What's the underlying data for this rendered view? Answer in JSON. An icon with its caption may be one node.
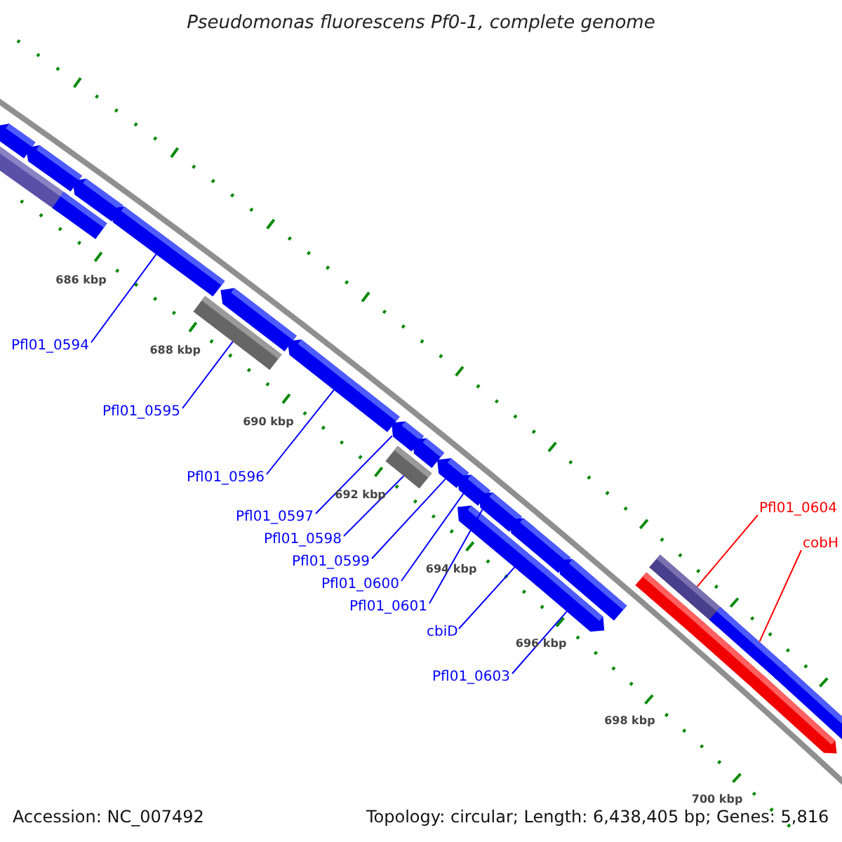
{
  "diagram": {
    "title": "Pseudomonas fluorescens Pf0-1, complete genome",
    "nodes": [
      {
        "text": [
          "Pfl01_0594"
        ]
      },
      {
        "text": [
          "Pfl01_0595"
        ]
      },
      {
        "text": [
          "Pfl01_0596"
        ]
      },
      {
        "text": [
          "Pfl01_0597"
        ]
      },
      {
        "text": [
          "Pfl01_0598"
        ]
      },
      {
        "text": [
          "Pfl01_0599"
        ]
      },
      {
        "text": [
          "Pfl01_0600"
        ]
      },
      {
        "text": [
          "Pfl01_0601"
        ]
      },
      {
        "text": [
          "cbiD"
        ]
      },
      {
        "text": [
          "Pfl01_0603"
        ]
      },
      {
        "text": [
          "Pfl01_0604"
        ]
      },
      {
        "text": [
          "cobH"
        ]
      },
      {
        "text": [],
        "shape": "bar"
      },
      {
        "text": [],
        "shape": "bar"
      },
      {
        "text": [],
        "shape": "bar"
      },
      {
        "text": [],
        "shape": "bar"
      },
      {
        "text": [],
        "shape": "bar"
      },
      {
        "text": [],
        "shape": "bar"
      },
      {
        "text": [],
        "shape": "bar"
      },
      {
        "text": [],
        "shape": "bar"
      },
      {
        "text": [],
        "shape": "bar"
      },
      {
        "text": [],
        "shape": "bar"
      },
      {
        "text": [],
        "shape": "bar"
      },
      {
        "text": [],
        "shape": "bar"
      },
      {
        "text": [],
        "shape": "bar"
      },
      {
        "text": [],
        "shape": "bar"
      },
      {
        "text": [],
        "shape": "bar"
      },
      {
        "text": [],
        "shape": "bar"
      },
      {
        "text": [],
        "shape": "bar"
      },
      {
        "text": [],
        "shape": "bar"
      },
      {
        "text": [],
        "shape": "bar"
      },
      {
        "text": [],
        "shape": "bar"
      },
      {
        "text": [],
        "shape": "bar"
      },
      {
        "text": [],
        "shape": "bar"
      },
      {
        "text": [],
        "shape": "bar"
      },
      {
        "text": [],
        "shape": "bar"
      },
      {
        "text": [],
        "shape": "bar"
      },
      {
        "text": [],
        "shape": "bar"
      }
    ],
    "edges": [
      {
        "from": 0,
        "to": 17,
        "arrow": "none"
      },
      {
        "from": 1,
        "to": 18,
        "arrow": "none"
      },
      {
        "from": 2,
        "to": 20,
        "arrow": "none"
      },
      {
        "from": 3,
        "to": 21,
        "arrow": "none"
      },
      {
        "from": 4,
        "to": 22,
        "arrow": "none"
      },
      {
        "from": 5,
        "to": 24,
        "arrow": "none"
      },
      {
        "from": 6,
        "to": 25,
        "arrow": "none"
      },
      {
        "from": 7,
        "to": 26,
        "arrow": "none"
      },
      {
        "from": 8,
        "to": 27,
        "arrow": "none"
      },
      {
        "from": 9,
        "to": 29,
        "arrow": "none"
      },
      {
        "from": 10,
        "to": 32,
        "arrow": "none",
        "color": "#ff0000"
      },
      {
        "from": 11,
        "to": 34,
        "arrow": "none",
        "color": "#ff0000"
      }
    ],
    "labels": [
      "686 kbp",
      "688 kbp",
      "690 kbp",
      "692 kbp",
      "694 kbp",
      "696 kbp",
      "698 kbp",
      "700 kbp",
      "Accession: NC_007492",
      "Topology: circular; Length: 6,438,405 bp; Genes: 5,816"
    ]
  }
}
